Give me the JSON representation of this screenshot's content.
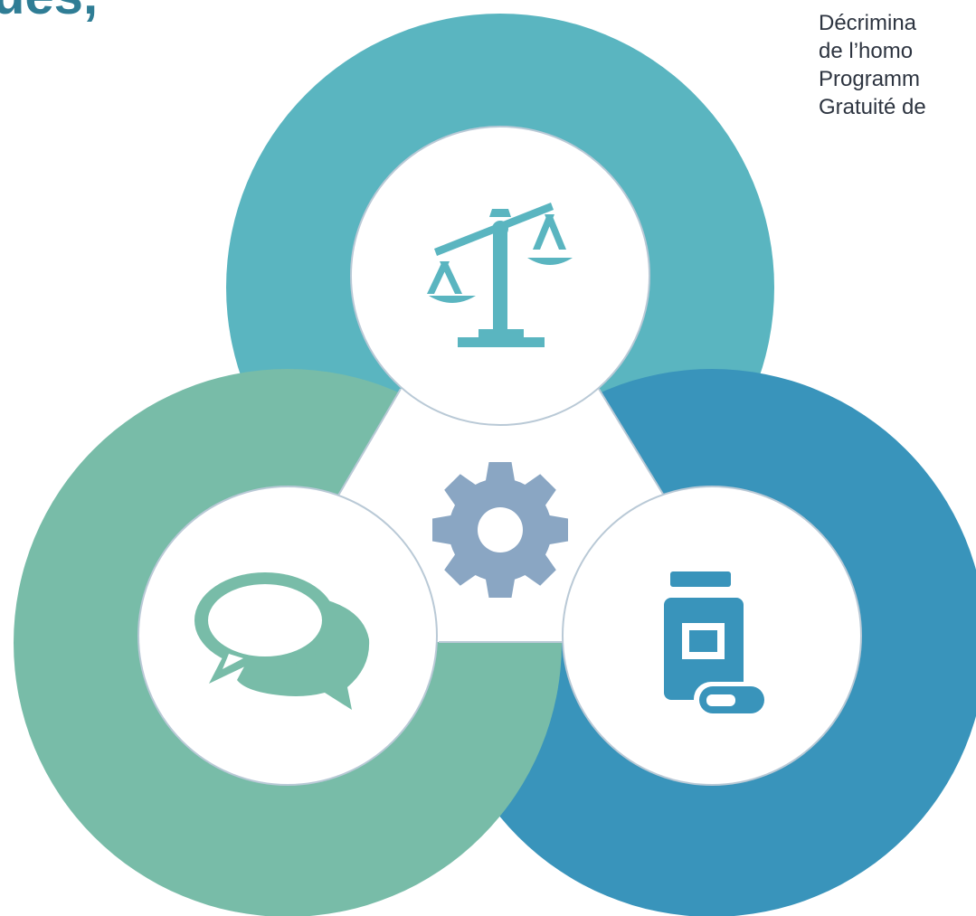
{
  "heading_fragment": "ues,",
  "side_text": {
    "lines": [
      "Décrimina",
      "de l’homo",
      "Programm",
      "Gratuité de"
    ]
  },
  "colors": {
    "top_ring": "#5ab5c0",
    "left_ring": "#78bca8",
    "right_ring": "#3994bb",
    "center_gear": "#8aa6c3",
    "outline": "#b9c9d6",
    "background": "#ffffff",
    "heading": "#2f7d95",
    "text": "#2d3440"
  },
  "segments": [
    {
      "id": "top",
      "icon": "scales-of-justice-icon"
    },
    {
      "id": "left",
      "icon": "speech-bubbles-icon"
    },
    {
      "id": "right",
      "icon": "medicine-bottle-icon"
    },
    {
      "id": "center",
      "icon": "gear-icon"
    }
  ]
}
